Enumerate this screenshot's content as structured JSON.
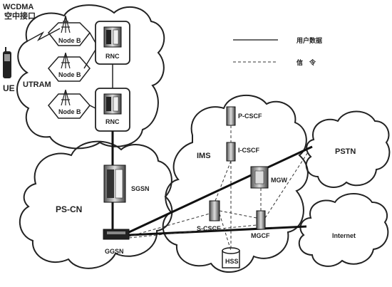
{
  "legend": {
    "user_data": "用户数据",
    "signaling": "信　令"
  },
  "air_interface": {
    "line1": "WCDMA",
    "line2": "空中接口"
  },
  "labels": {
    "ue": "UE",
    "utram": "UTRAM",
    "node_b": "Node B",
    "rnc": "RNC",
    "ps_cn": "PS-CN",
    "sgsn": "SGSN",
    "ggsn": "GGSN",
    "ims": "IMS",
    "p_cscf": "P-CSCF",
    "i_cscf": "I-CSCF",
    "s_cscf": "S-CSCF",
    "mgw": "MGW",
    "mgcf": "MGCF",
    "hss": "HSS",
    "pstn": "PSTN",
    "internet": "Internet"
  }
}
